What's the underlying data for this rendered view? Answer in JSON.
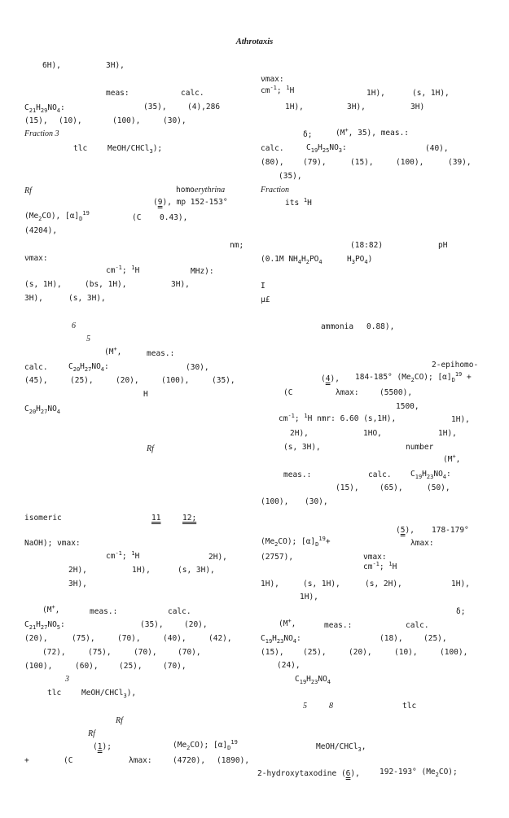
{
  "header": {
    "running_title": "Athrotaxis"
  },
  "left_column": {
    "l01": {
      "a": "6H),",
      "b": "3H),"
    },
    "l02": {
      "a": "meas:",
      "b": "calc."
    },
    "l03": {
      "formula": "C21H29NO4:",
      "a": "(35),",
      "b": "(4),286"
    },
    "l04": {
      "a": "(15),",
      "b": "(10),",
      "c": "(100),",
      "d": "(30),"
    },
    "l05": {
      "label": "Fraction 3"
    },
    "l06": {
      "a": "tlc",
      "b": "MeOH/CHCl3);"
    },
    "l07": {
      "rf": "Rf",
      "b": "homoerythrina"
    },
    "l08": {
      "a": "(9), mp 152-153°"
    },
    "l09": {
      "a": "(Me2CO), [α]D19",
      "b": "(C",
      "c": "0.43),"
    },
    "l10": {
      "a": "(4204),"
    },
    "l11": {
      "a": "nm;"
    },
    "l12": {
      "a": "νmax:"
    },
    "l13": {
      "a": "cm-1; 1H",
      "b": "MHz):"
    },
    "l14": {
      "a": "(s, 1H),",
      "b": "(bs, 1H),",
      "c": "3H),"
    },
    "l15": {
      "a": "3H),",
      "b": "(s, 3H),"
    },
    "l16": {
      "a": "6"
    },
    "l17": {
      "a": "5"
    },
    "l18": {
      "a": "(M+,",
      "b": "meas.:"
    },
    "l19": {
      "a": "calc.",
      "formula": "C20H27NO4:",
      "b": "(30),"
    },
    "l20": {
      "a": "(45),",
      "b": "(25),",
      "c": "(20),",
      "d": "(100),",
      "e": "(35),"
    },
    "l21": {
      "a": "H"
    },
    "l22": {
      "formula": "C20H27NO4"
    },
    "l23": {
      "rf": "Rf"
    },
    "l24": {
      "a": "isomeric",
      "b": "11",
      "c": "12;"
    },
    "l25": {
      "a": "NaOH); νmax:"
    },
    "l26": {
      "a": "cm-1; 1H",
      "b": "2H),"
    },
    "l27": {
      "a": "2H),",
      "b": "1H),",
      "c": "(s, 3H),"
    },
    "l28": {
      "a": "3H),"
    },
    "l29": {
      "a": "(M+,",
      "b": "meas.:",
      "c": "calc."
    },
    "l30": {
      "formula": "C21H27NO5:",
      "a": "(35),",
      "b": "(20),"
    },
    "l31": {
      "a": "(20),",
      "b": "(75),",
      "c": "(70),",
      "d": "(40),",
      "e": "(42),"
    },
    "l32": {
      "a": "(72),",
      "b": "(75),",
      "c": "(70),",
      "d": "(70),"
    },
    "l33": {
      "a": "(100),",
      "b": "(60),",
      "c": "(25),",
      "d": "(70),"
    },
    "l34": {
      "a": "3"
    },
    "l35": {
      "a": "tlc",
      "b": "MeOH/CHCl3),"
    },
    "l36": {
      "rf": "Rf"
    },
    "l37": {
      "rf": "Rf"
    },
    "l38": {
      "a": "(1);",
      "b": "(Me2CO); [α]D19"
    },
    "l39": {
      "a": "+",
      "b": "(C",
      "c": "λmax:",
      "d": "(4720),",
      "e": "(1890),"
    }
  },
  "right_column": {
    "r01": {
      "a": "νmax:"
    },
    "r02": {
      "a": "cm-1; 1H",
      "b": "1H),",
      "c": "(s, 1H),"
    },
    "r03": {
      "a": "1H),",
      "b": "3H),",
      "c": "3H)"
    },
    "r04": {
      "a": "δ;",
      "b": "(M+, 35), meas.:"
    },
    "r05": {
      "a": "calc.",
      "formula": "C19H25NO3:",
      "b": "(40),"
    },
    "r06": {
      "a": "(80),",
      "b": "(79),",
      "c": "(15),",
      "d": "(100),",
      "e": "(39),"
    },
    "r07": {
      "a": "(35),"
    },
    "r08": {
      "label": "Fraction"
    },
    "r09": {
      "a": "its 1H"
    },
    "r10": {
      "a": "(18:82)",
      "b": "pH"
    },
    "r11": {
      "a": "(0.1M NH4H2PO4",
      "b": "H3PO4)"
    },
    "r12": {
      "a": "I"
    },
    "r13": {
      "a": "μ£"
    },
    "r14": {
      "a": "ammonia",
      "b": "0.88),"
    },
    "r15": {
      "a": "2-epihomo-"
    },
    "r16": {
      "a": "(4),",
      "b": "184-185° (Me2CO); [α]D19 +"
    },
    "r17": {
      "a": "(C",
      "b": "λmax:",
      "c": "(5500),"
    },
    "r18": {
      "a": "1500,"
    },
    "r19": {
      "a": "cm-1; 1H nmr: 6.60 (s,1H),",
      "b": "1H),"
    },
    "r20": {
      "a": "2H),",
      "b": "1HO,",
      "c": "1H),"
    },
    "r21": {
      "a": "(s, 3H),",
      "b": "number"
    },
    "r22": {
      "a": "(M+,"
    },
    "r23": {
      "a": "meas.:",
      "b": "calc.",
      "formula": "C19H23NO4:"
    },
    "r24": {
      "a": "(15),",
      "b": "(65),",
      "c": "(50),"
    },
    "r25": {
      "a": "(100),",
      "b": "(30),"
    },
    "r26": {
      "a": "(5),",
      "b": "178-179°"
    },
    "r27": {
      "a": "(Me2CO); [α]D19+",
      "b": "λmax:"
    },
    "r28": {
      "a": "(2757),",
      "b": "νmax:"
    },
    "r29": {
      "a": "cm-1; 1H"
    },
    "r30": {
      "a": "1H),",
      "b": "(s, 1H),",
      "c": "(s, 2H),",
      "d": "1H),"
    },
    "r31": {
      "a": "1H),"
    },
    "r32": {
      "a": "δ;"
    },
    "r33": {
      "a": "(M+,",
      "b": "meas.:",
      "c": "calc."
    },
    "r34": {
      "formula": "C19H23NO4:",
      "a": "(18),",
      "b": "(25),"
    },
    "r35": {
      "a": "(15),",
      "b": "(25),",
      "c": "(20),",
      "d": "(10),",
      "e": "(100),"
    },
    "r36": {
      "a": "(24),"
    },
    "r37": {
      "formula": "C19H23NO4"
    },
    "r38": {
      "a": "5",
      "b": "8",
      "c": "tlc"
    },
    "r39": {
      "a": "MeOH/CHCl3,"
    },
    "r40": {
      "a": "2-hydroxytaxodine (6),",
      "b": "192-193° (Me2CO);"
    }
  }
}
